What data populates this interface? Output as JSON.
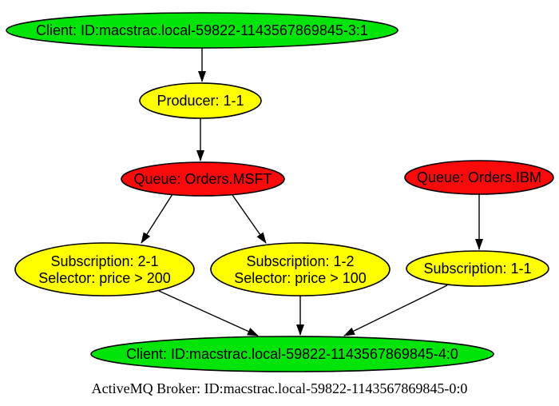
{
  "diagram": {
    "caption": "ActiveMQ Broker: ID:macstrac.local-59822-1143567869845-0:0",
    "colors": {
      "client": "#00e409",
      "producer": "#ffff00",
      "queue": "#fa0a0a",
      "subscription": "#ffff00",
      "edge": "#000000"
    },
    "nodes": {
      "client_top": {
        "label": "Client: ID:macstrac.local-59822-1143567869845-3:1"
      },
      "producer": {
        "label": "Producer: 1-1"
      },
      "queue_msft": {
        "label": "Queue: Orders.MSFT"
      },
      "queue_ibm": {
        "label": "Queue: Orders.IBM"
      },
      "sub_2_1": {
        "line1": "Subscription: 2-1",
        "line2": "Selector: price > 200"
      },
      "sub_1_2": {
        "line1": "Subscription: 1-2",
        "line2": "Selector: price > 100"
      },
      "sub_1_1": {
        "label": "Subscription: 1-1"
      },
      "client_bottom": {
        "label": "Client: ID:macstrac.local-59822-1143567869845-4:0"
      }
    },
    "edges": [
      {
        "from": "client_top",
        "to": "producer"
      },
      {
        "from": "producer",
        "to": "queue_msft"
      },
      {
        "from": "queue_msft",
        "to": "sub_2_1"
      },
      {
        "from": "queue_msft",
        "to": "sub_1_2"
      },
      {
        "from": "queue_ibm",
        "to": "sub_1_1"
      },
      {
        "from": "sub_2_1",
        "to": "client_bottom"
      },
      {
        "from": "sub_1_2",
        "to": "client_bottom"
      },
      {
        "from": "sub_1_1",
        "to": "client_bottom"
      }
    ]
  }
}
